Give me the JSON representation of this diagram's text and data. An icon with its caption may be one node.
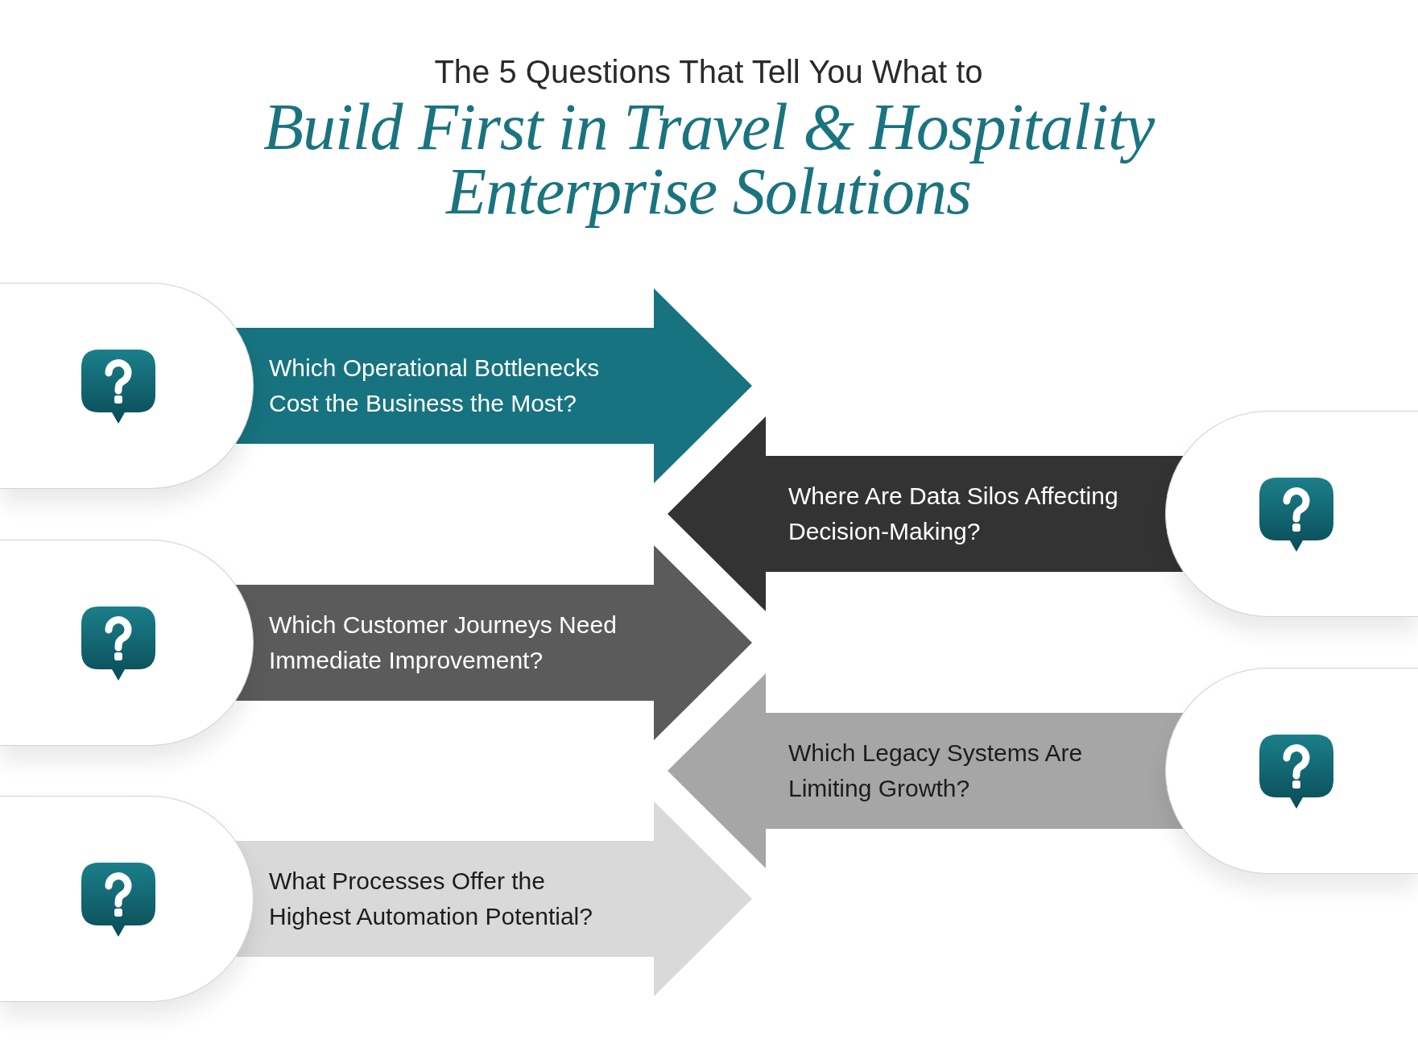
{
  "diagram": {
    "title": "The 5 Questions That Tell You What to *Build First in Travel & Hospitality Enterprise Solutions*",
    "nodes": [
      {
        "text": [
          "Which Operational Bottlenecks Cost the Business the Most?"
        ]
      },
      {
        "text": [
          "Where Are Data Silos Affecting Decision-Making?"
        ]
      },
      {
        "text": [
          "Which Customer Journeys Need Immediate Improvement?"
        ]
      },
      {
        "text": [
          "Which Legacy Systems Are Limiting Growth?"
        ]
      },
      {
        "text": [
          "What Processes Offer the Highest Automation Potential?"
        ]
      }
    ]
  }
}
